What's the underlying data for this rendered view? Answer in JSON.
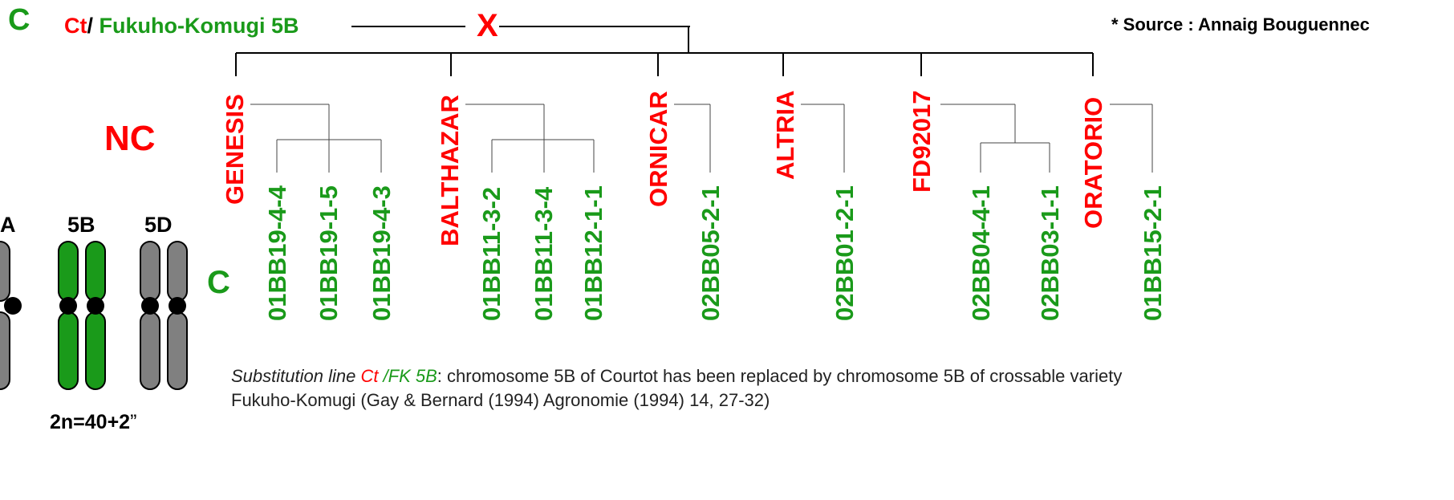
{
  "header": {
    "left_letter": "C",
    "cross_parent_red": "Ct",
    "cross_parent_sep": "/",
    "cross_parent_green": "Fukuho-Komugi 5B",
    "cross_symbol": "X",
    "source": "* Source : Annaig Bouguennec"
  },
  "row_labels": {
    "nc": "NC",
    "c": "C"
  },
  "families": [
    {
      "parent": "GENESIS",
      "lines": [
        "01BB19-4-4",
        "01BB19-1-5",
        "01BB19-4-3"
      ]
    },
    {
      "parent": "BALTHAZAR",
      "lines": [
        "01BB11-3-2",
        "01BB11-3-4",
        "01BB12-1-1"
      ]
    },
    {
      "parent": "ORNICAR",
      "lines": [
        "02BB05-2-1"
      ]
    },
    {
      "parent": "ALTRIA",
      "lines": [
        "02BB01-2-1"
      ]
    },
    {
      "parent": "FD92017",
      "lines": [
        "02BB04-4-1",
        "02BB03-1-1"
      ]
    },
    {
      "parent": "ORATORIO",
      "lines": [
        "01BB15-2-1"
      ]
    }
  ],
  "karyotype": {
    "labels": [
      "A",
      "5B",
      "5D"
    ],
    "formula": "2n=40+2",
    "formula_mark": "”",
    "colors": {
      "grey": "#808080",
      "green": "#1a9a1a"
    }
  },
  "footnote": {
    "intro_italic": "Substitution line ",
    "ct": "Ct",
    "slash_fk": " /FK 5B",
    "rest_line1": ": chromosome 5B of Courtot has been replaced by chromosome 5B of crossable variety",
    "line2": "Fukuho-Komugi (Gay & Bernard (1994) Agronomie (1994) 14,  27-32)"
  },
  "colors": {
    "red": "#ff0000",
    "green": "#1a9a1a"
  }
}
